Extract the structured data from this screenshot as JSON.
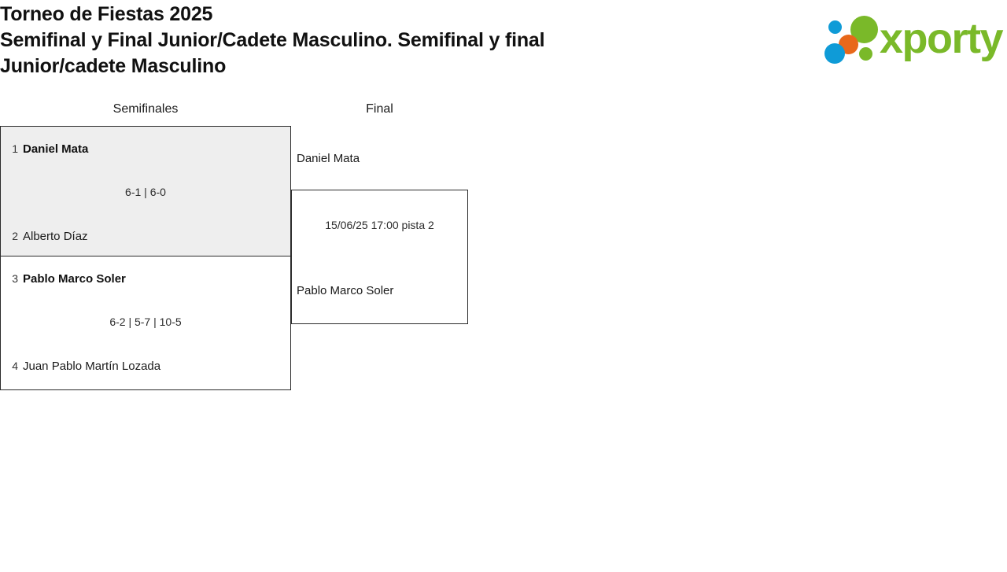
{
  "header": {
    "title_lines": [
      "Torneo de Fiestas 2025",
      "Semifinal y Final Junior/Cadete Masculino. Semifinal y final",
      "Junior/cadete Masculino"
    ],
    "logo": {
      "wordmark": "xporty",
      "green": "#7ab929",
      "blue": "#0f9bd7",
      "orange": "#e8681b"
    }
  },
  "bracket": {
    "rounds": [
      {
        "label": "Semifinales"
      },
      {
        "label": "Final"
      }
    ],
    "semifinals": [
      {
        "score": "6-1 | 6-0",
        "players": [
          {
            "seed": "1",
            "name": "Daniel Mata",
            "winner": true
          },
          {
            "seed": "2",
            "name": "Alberto Díaz",
            "winner": false
          }
        ]
      },
      {
        "score": "6-2 | 5-7 | 10-5",
        "players": [
          {
            "seed": "3",
            "name": "Pablo Marco Soler",
            "winner": true
          },
          {
            "seed": "4",
            "name": "Juan Pablo Martín Lozada",
            "winner": false
          }
        ]
      }
    ],
    "final": {
      "schedule": "15/06/25 17:00 pista 2",
      "players": [
        {
          "name": "Daniel Mata",
          "winner": false
        },
        {
          "name": "Pablo Marco Soler",
          "winner": false
        }
      ]
    }
  }
}
